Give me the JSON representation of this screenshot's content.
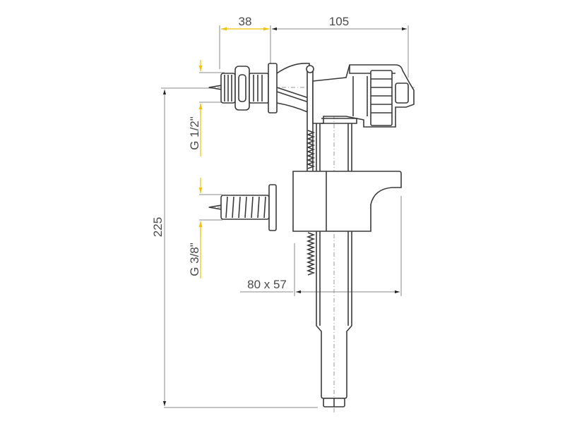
{
  "drawing": {
    "title": "Side-inlet fill valve dimensional drawing",
    "colors": {
      "line": "#3a3a3a",
      "dimension_line": "#8a8a8a",
      "accent_dimension": "#f2c200",
      "label": "#4a4a4a",
      "background": "#ffffff"
    },
    "dimensions": {
      "inlet_offset": {
        "label": "38",
        "accent": true
      },
      "head_width": {
        "label": "105",
        "accent": false
      },
      "total_height": {
        "label": "225",
        "accent": false
      },
      "float_size": {
        "label": "80 x 57",
        "accent": false
      }
    },
    "threads": {
      "upper": {
        "label": "G 1/2\""
      },
      "lower": {
        "label": "G 3/8\""
      }
    }
  }
}
